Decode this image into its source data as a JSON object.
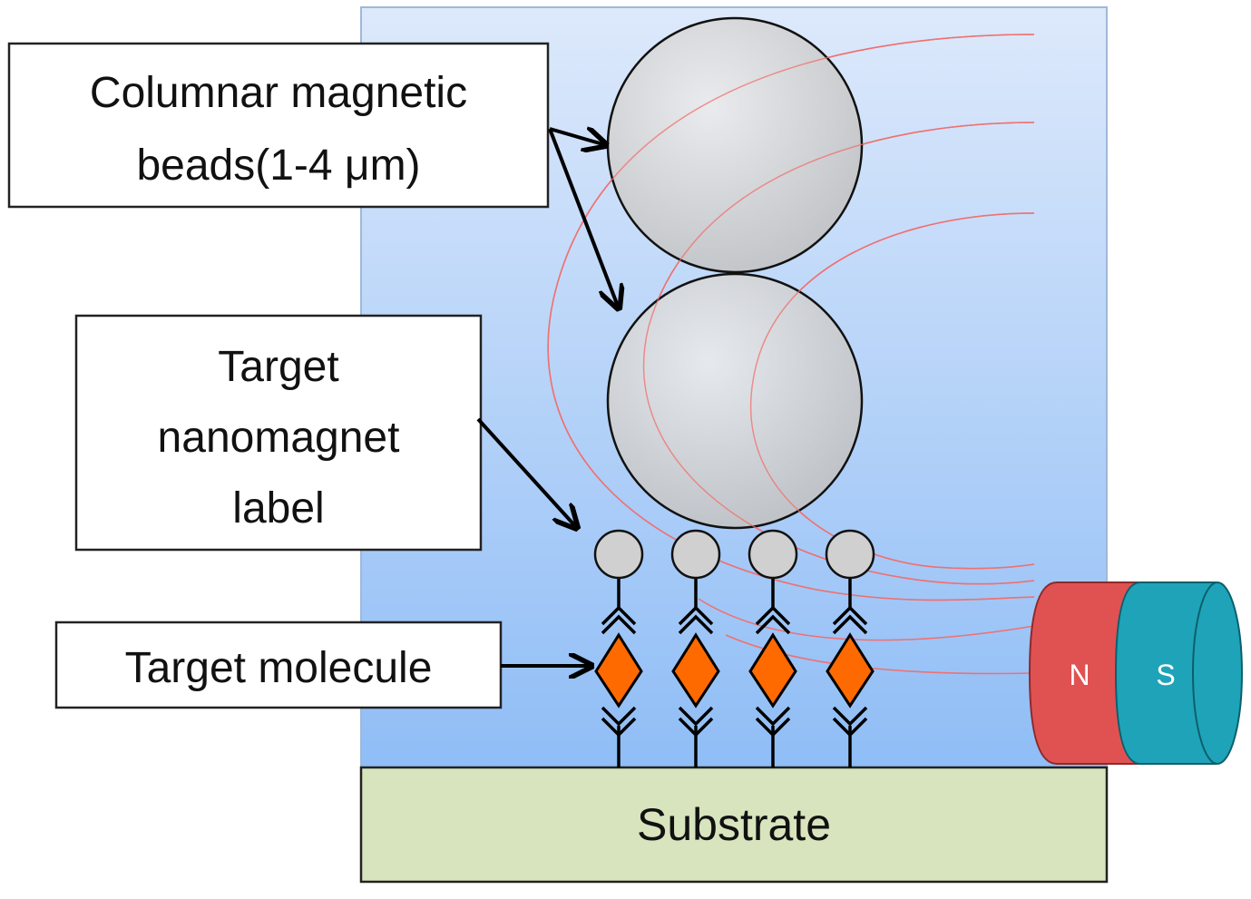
{
  "labels": {
    "beads_line1": "Columnar magnetic",
    "beads_line2": "beads(1-4 μm)",
    "nano_line1": "Target",
    "nano_line2": "nanomagnet",
    "nano_line3": "label",
    "molecule": "Target molecule",
    "substrate": "Substrate",
    "magnet_n": "N",
    "magnet_s": "S"
  },
  "colors": {
    "chamber_top": "#dde9fb",
    "chamber_bottom": "#8fbdf6",
    "substrate": "#d7e4bd",
    "bead": "#d4d4d4",
    "molecule": "#ff6a00",
    "field_line": "#f07070",
    "magnet_n": "#e05252",
    "magnet_s": "#1fa3b8"
  }
}
